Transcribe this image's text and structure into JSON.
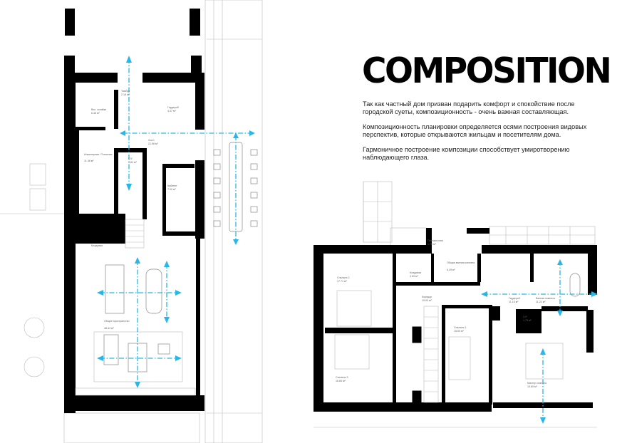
{
  "title": "COMPOSITION",
  "paragraphs": [
    "Так как частный дом призван подарить комфорт и спокойствие после городской суеты, композиционность - очень важная составляющая.",
    "Композиционность планировки определяется осями построения видовых перспектив, которые открываются жильцам и посетителям дома.",
    "Гармоничное построение композиции способствует умиротворению наблюдающего глаза."
  ],
  "colors": {
    "axis": "#29b6e8",
    "walls": "#000000"
  },
  "ground_floor": {
    "rooms": [
      {
        "name": "Тамбур",
        "area": "2.18 м²"
      },
      {
        "name": "Вхл. хозяйки",
        "area": "6.46 м²"
      },
      {
        "name": "Гардероб",
        "area": "4.37 м²"
      },
      {
        "name": "Холл",
        "area": "21.96 м²"
      },
      {
        "name": "Инженерная / Топочная",
        "area": "11.48 м²"
      },
      {
        "name": "С/У",
        "area": "1.81 м²"
      },
      {
        "name": "Кабинет",
        "area": "7.00 м²"
      },
      {
        "name": "Кладовая",
        "area": ""
      },
      {
        "name": "Общее пространство",
        "area": "48.44 м²"
      }
    ]
  },
  "first_floor": {
    "rooms": [
      {
        "name": "Постирочная",
        "area": "1.78 м²"
      },
      {
        "name": "Кладовая",
        "area": "3.53 м²"
      },
      {
        "name": "Общая ванная комната",
        "area": "6.49 м²"
      },
      {
        "name": "Спальня 2",
        "area": "17.71 м²"
      },
      {
        "name": "Коридор",
        "area": "15.94 м²"
      },
      {
        "name": "Спальня 1",
        "area": "15.50 м²"
      },
      {
        "name": "Спальня 3",
        "area": "16.84 м²"
      },
      {
        "name": "Гардероб",
        "area": "11.16 м²"
      },
      {
        "name": "Ванная комната",
        "area": "11.22 м²"
      },
      {
        "name": "С/У",
        "area": "1.79 м²"
      },
      {
        "name": "Мастер спальня",
        "area": "19.80 м²"
      }
    ]
  }
}
